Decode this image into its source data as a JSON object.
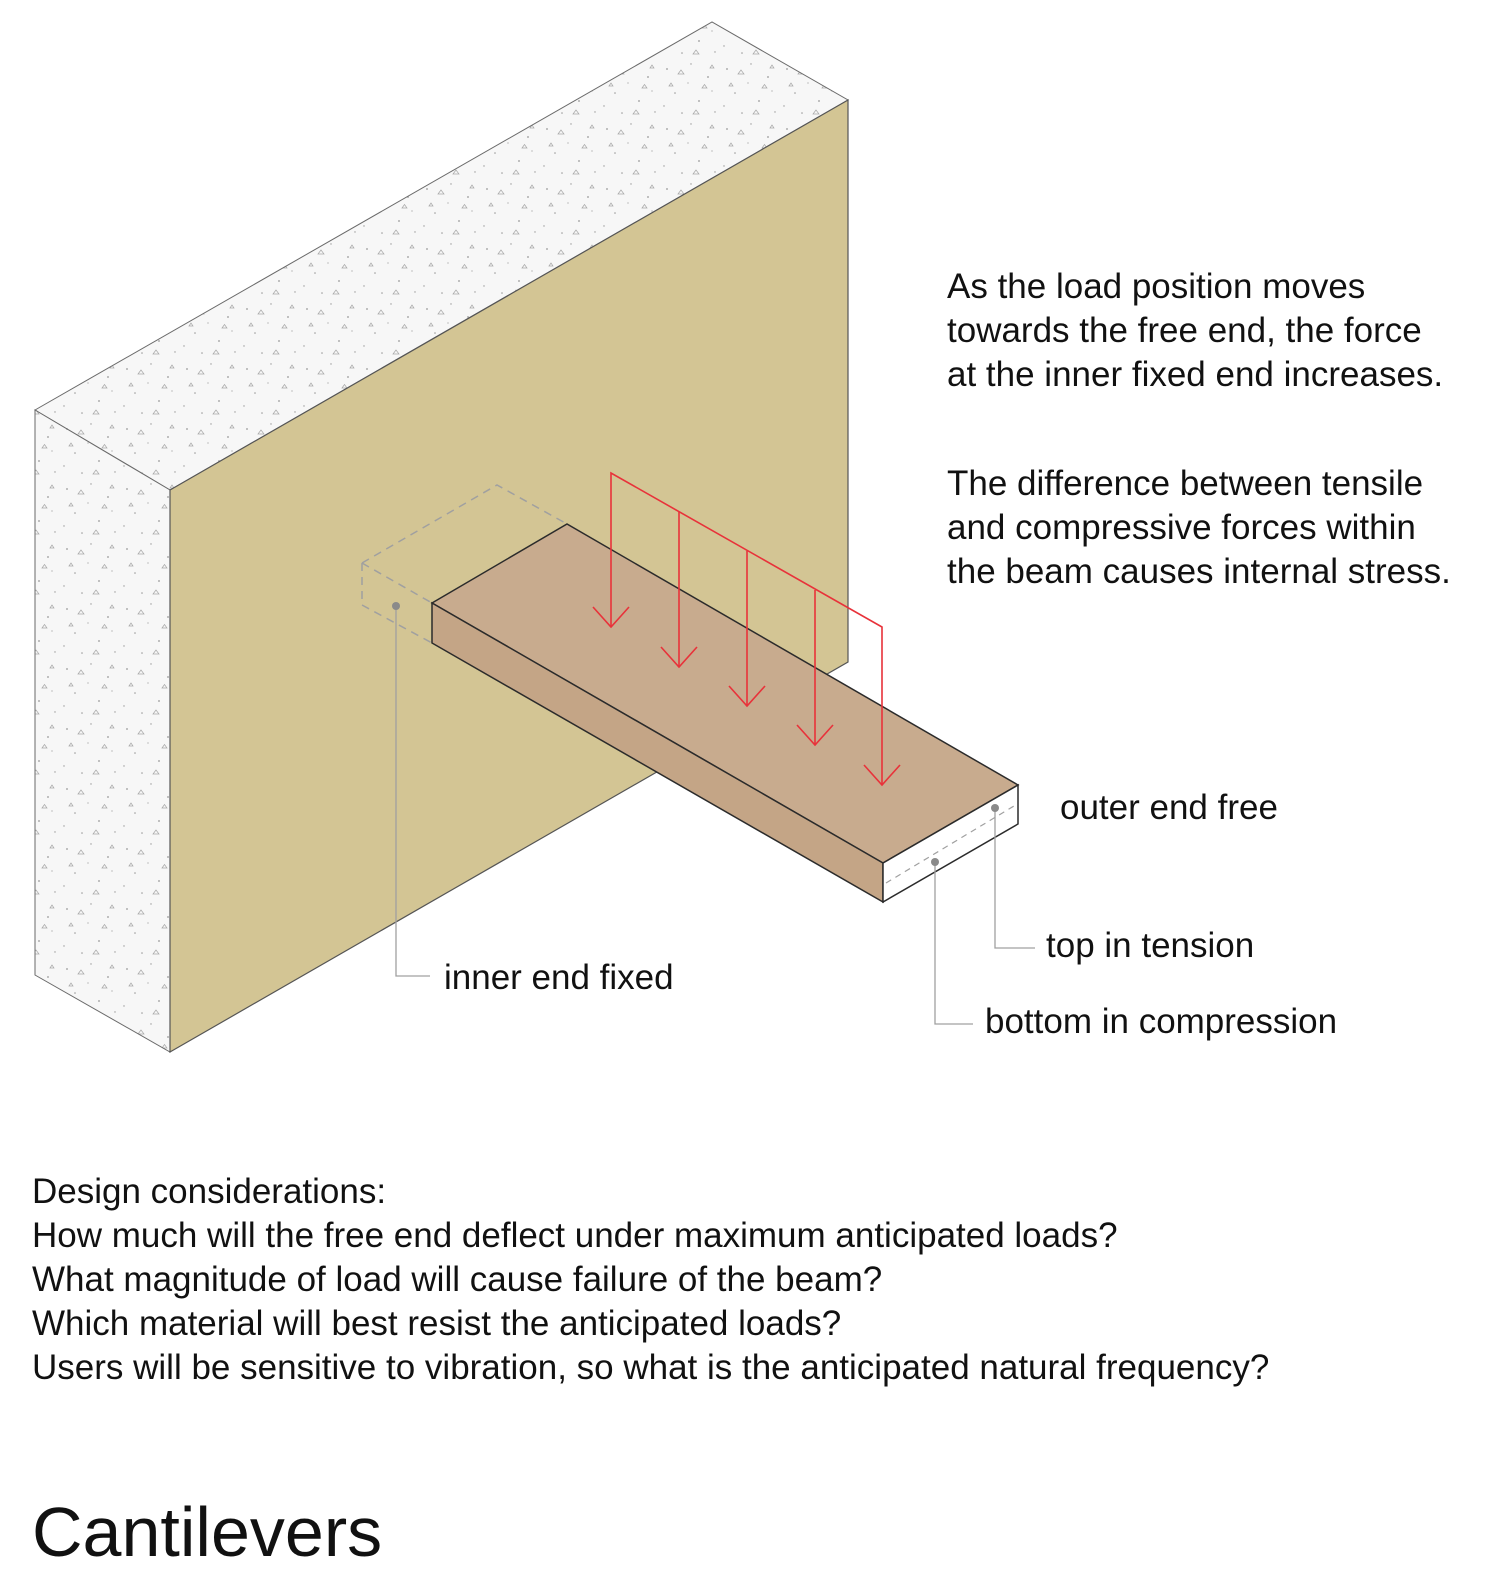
{
  "notes": {
    "load_position": [
      "As the load position moves",
      "towards the free end, the force",
      "at the inner fixed end increases."
    ],
    "internal_stress": [
      "The difference between tensile",
      "and compressive forces within",
      "the beam causes internal stress."
    ]
  },
  "labels": {
    "outer_end": "outer end free",
    "top": "top in tension",
    "inner_end": "inner end fixed",
    "bottom": "bottom in compression"
  },
  "design": {
    "lines": [
      "Design considerations:",
      "How much will the free end deflect under maximum anticipated loads?",
      "What magnitude of load will cause failure of the beam?",
      "Which material will best resist the anticipated loads?",
      "Users will be sensitive to vibration, so what is the anticipated natural frequency?"
    ]
  },
  "title": "Cantilevers",
  "colors": {
    "wall_face": "#d3c594",
    "wall_concrete": "#f7f7f7",
    "beam_top": "#c8ab8e",
    "beam_front": "#ffffff",
    "load_arrows": "#e8323a",
    "leader_lines": "#a0a0a0"
  }
}
